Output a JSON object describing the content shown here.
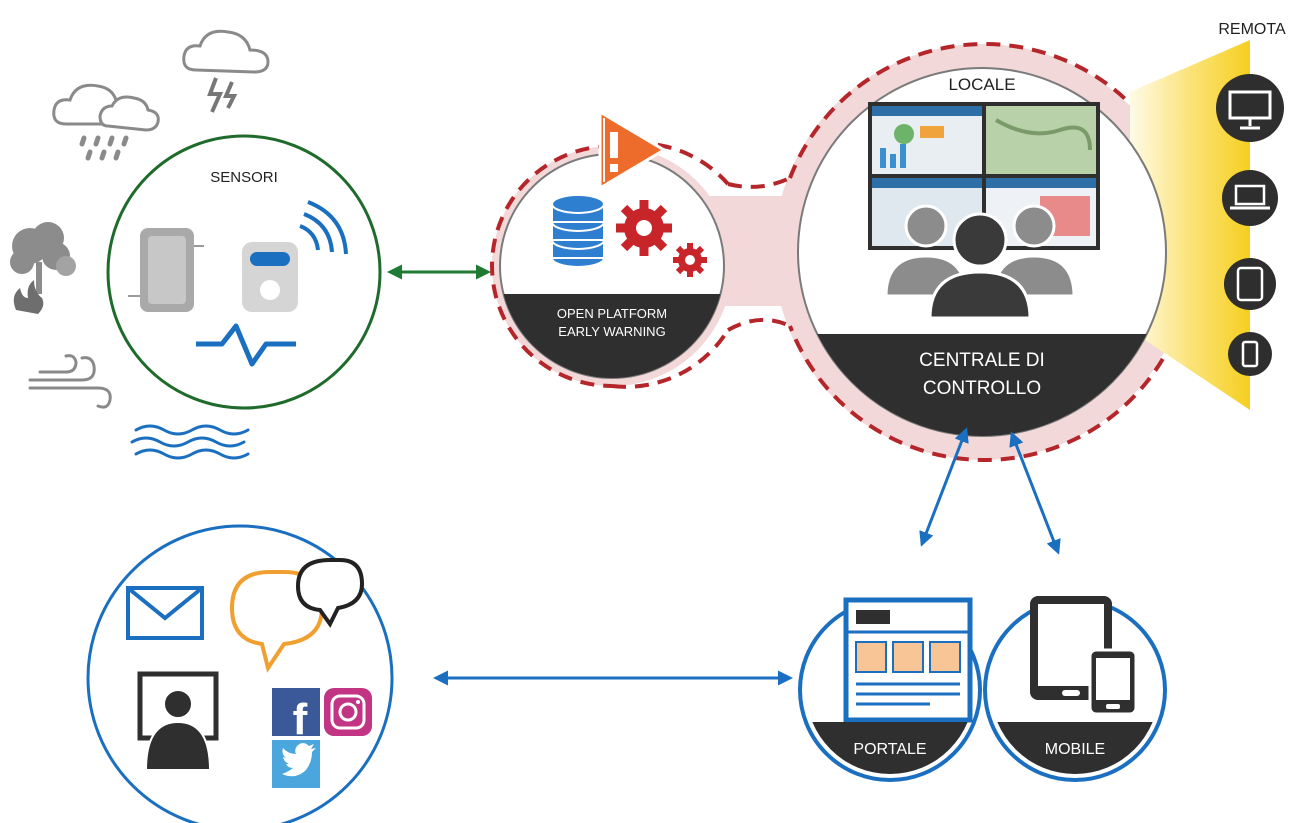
{
  "labels": {
    "sensori": "SENSORI",
    "platform_line1": "OPEN PLATFORM",
    "platform_line2": "EARLY WARNING",
    "locale": "LOCALE",
    "remota": "REMOTA",
    "centrale_line1": "CENTRALE DI",
    "centrale_line2": "CONTROLLO",
    "portale": "PORTALE",
    "mobile": "MOBILE"
  },
  "colors": {
    "sensor_ring": "#1f6b2c",
    "link_green": "#1f7a32",
    "link_blue": "#1b6fc0",
    "dashed_red": "#b5262b",
    "blob_fill": "#f2d8d8",
    "dark_band": "#2f2f2f",
    "remote_beam": "#f6d22e",
    "gear_red": "#c8252b",
    "db_blue": "#2f7fd0",
    "alert_orange": "#ee6c2b"
  },
  "icons": {
    "weather": [
      "cloud-rain-icon",
      "cloud-storm-icon",
      "fire-tree-icon",
      "wind-icon",
      "water-waves-icon"
    ],
    "sensor": [
      "sensor-device-icon",
      "wireless-sensor-icon",
      "signal-pulse-icon"
    ],
    "platform": [
      "database-icon",
      "gears-icon",
      "warning-icon"
    ],
    "remote_devices": [
      "desktop-monitor-icon",
      "laptop-icon",
      "tablet-icon",
      "smartphone-icon"
    ],
    "communication": [
      "email-icon",
      "speech-bubbles-icon",
      "user-at-computer-icon",
      "facebook-icon",
      "instagram-icon",
      "twitter-icon"
    ],
    "outputs": [
      "web-portal-icon",
      "mobile-devices-icon"
    ]
  }
}
